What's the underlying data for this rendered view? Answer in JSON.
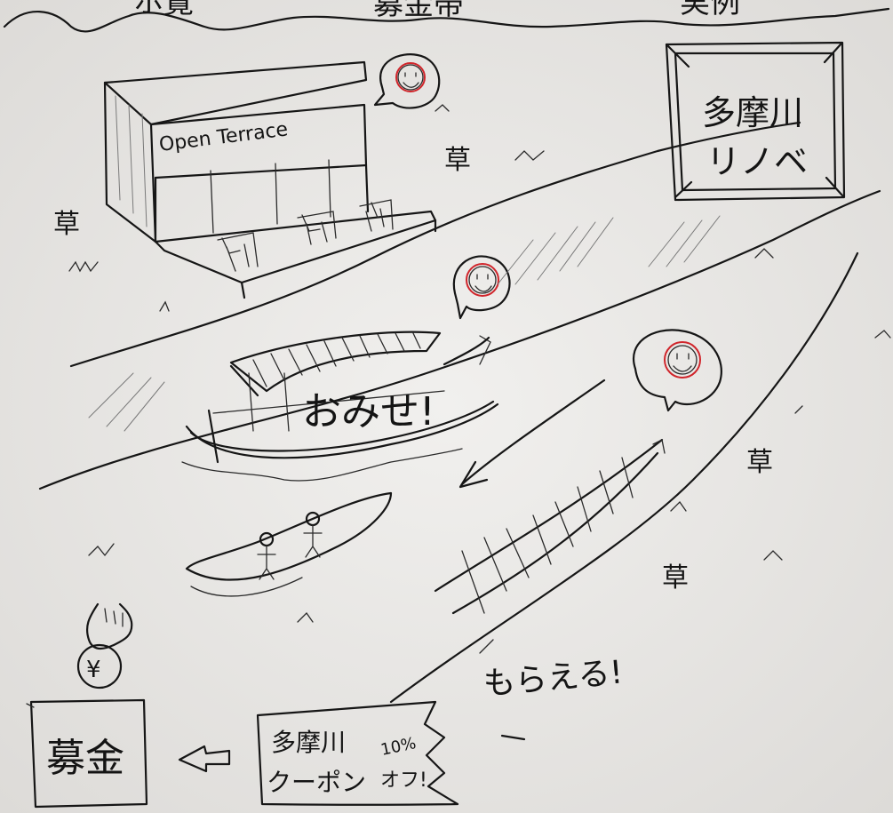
{
  "header_fragments": [
    "ホ覧",
    "募金帯",
    "実例"
  ],
  "terrace_sign": "Open Terrace",
  "billboard": {
    "line1": "多摩川",
    "line2": "リノベ"
  },
  "grass_label": "草",
  "boat_sign": "おみせ!",
  "donation_box": "募金",
  "coupon": {
    "line1": "多摩川",
    "line2": "クーポン",
    "extra1": "10%",
    "extra2": "オフ!"
  },
  "receive_text": "もらえる!",
  "colors": {
    "ink": "#161616",
    "paper": "#e9e8e6",
    "smiley_accent": "#d0252b"
  }
}
